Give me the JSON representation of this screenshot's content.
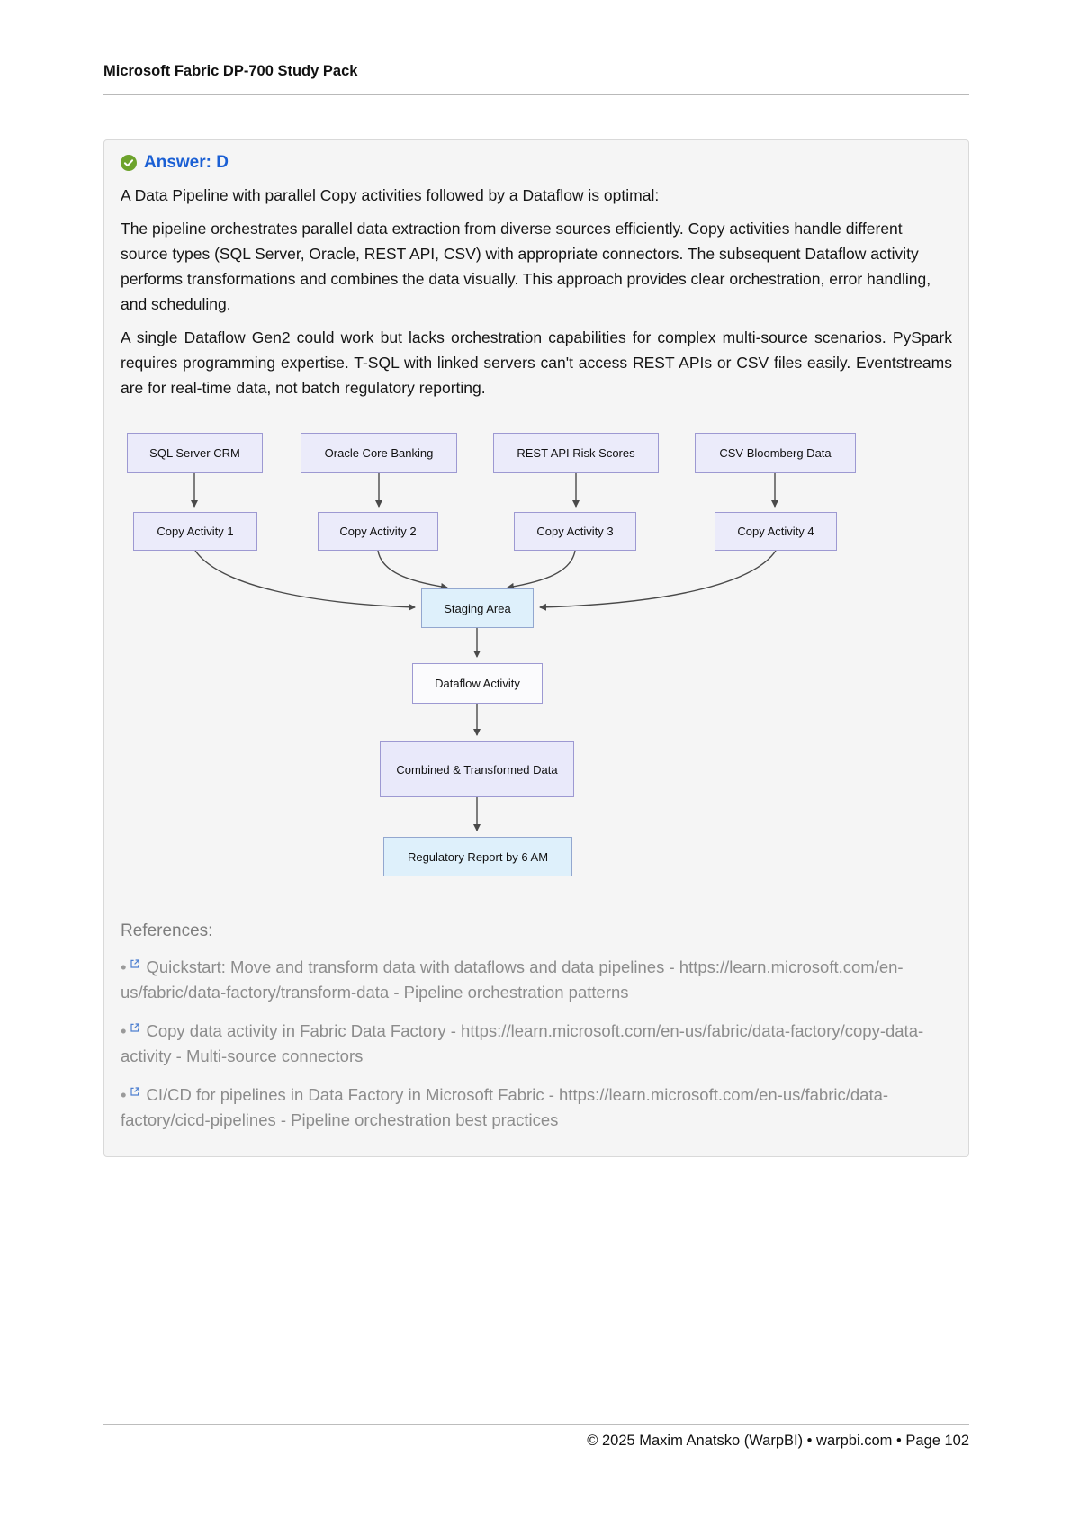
{
  "page": {
    "header_title": "Microsoft Fabric DP-700 Study Pack",
    "footer_text": "© 2025 Maxim Anatsko (WarpBI) • warpbi.com • Page 102"
  },
  "answer": {
    "label": "Answer: D",
    "lead": "A Data Pipeline with parallel Copy activities followed by a Dataflow is optimal:",
    "paragraph_1": "The pipeline orchestrates parallel data extraction from diverse sources efficiently. Copy activities handle different source types (SQL Server, Oracle, REST API, CSV) with appropriate connectors. The subsequent Dataflow activity performs transformations and combines the data visually. This approach provides clear orchestration, error handling, and scheduling.",
    "paragraph_2": "A single Dataflow Gen2 could work but lacks orchestration capabilities for complex multi-source scenarios. PySpark requires programming expertise. T-SQL with linked servers can't access REST APIs or CSV files easily. Eventstreams are for real-time data, not batch regulatory reporting."
  },
  "diagram": {
    "nodes": [
      {
        "id": "source-sql",
        "label": "SQL Server CRM"
      },
      {
        "id": "source-oracle",
        "label": "Oracle Core Banking"
      },
      {
        "id": "source-rest",
        "label": "REST API Risk Scores"
      },
      {
        "id": "source-csv",
        "label": "CSV Bloomberg Data"
      },
      {
        "id": "copy-activity-1",
        "label": "Copy Activity 1"
      },
      {
        "id": "copy-activity-2",
        "label": "Copy Activity 2"
      },
      {
        "id": "copy-activity-3",
        "label": "Copy Activity 3"
      },
      {
        "id": "copy-activity-4",
        "label": "Copy Activity 4"
      },
      {
        "id": "staging-area",
        "label": "Staging Area"
      },
      {
        "id": "dataflow",
        "label": "Dataflow Activity"
      },
      {
        "id": "combined-data",
        "label": "Combined & Transformed Data"
      },
      {
        "id": "report",
        "label": "Regulatory Report by 6 AM"
      }
    ]
  },
  "references": {
    "heading": "References:",
    "items": [
      {
        "text": "Quickstart: Move and transform data with dataflows and data pipelines - https://learn.microsoft.com/en-us/fabric/data-factory/transform-data - Pipeline orchestration patterns"
      },
      {
        "text": "Copy data activity in Fabric Data Factory - https://learn.microsoft.com/en-us/fabric/data-factory/copy-data-activity - Multi-source connectors"
      },
      {
        "text": "CI/CD for pipelines in Data Factory in Microsoft Fabric - https://learn.microsoft.com/en-us/fabric/data-factory/cicd-pipelines - Pipeline orchestration best practices"
      }
    ]
  },
  "colors": {
    "answer_blue": "#1a5fd4",
    "check_green": "#6da32c",
    "card_bg": "#f5f5f5",
    "card_border": "#d9d9d9",
    "node_lavender_fill": "#ebebfa",
    "node_border_purple": "#9d99d2",
    "node_blue_fill": "#def0fb",
    "arrow_stroke": "#4a4a4a",
    "reference_text": "#8c8c8c",
    "link_icon_blue": "#4d7fd0"
  }
}
